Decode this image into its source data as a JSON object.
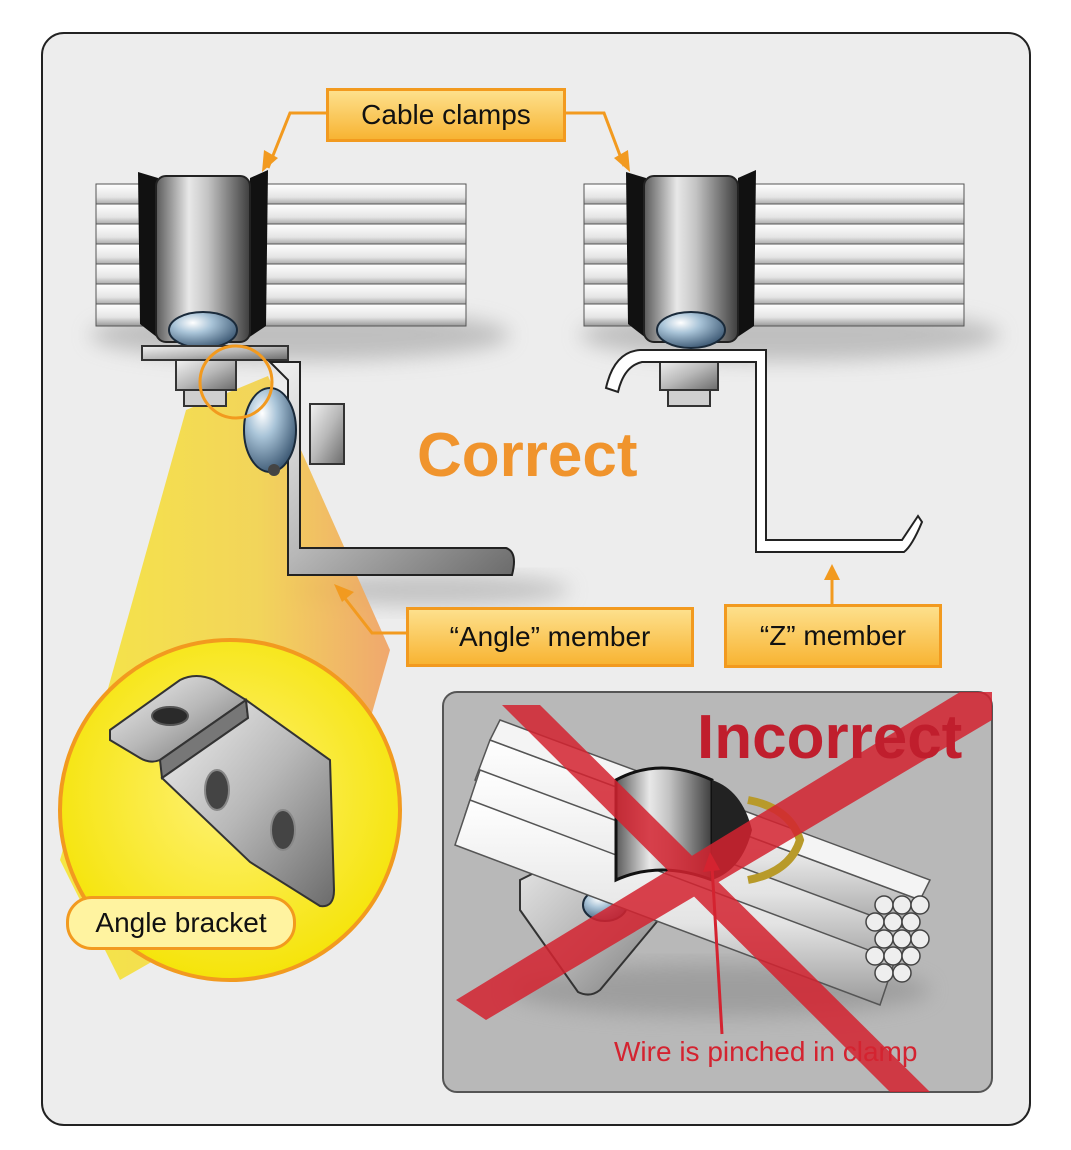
{
  "callouts": {
    "cable_clamps": "Cable clamps",
    "angle_member": "“Angle” member",
    "z_member": "“Z” member",
    "angle_bracket": "Angle bracket"
  },
  "status": {
    "correct": "Correct",
    "incorrect": "Incorrect"
  },
  "notes": {
    "pinched": "Wire is pinched in clamp"
  },
  "colors": {
    "accent_orange": "#f29a1f",
    "correct_orange": "#f0942d",
    "incorrect_red": "#c01e2d",
    "strike_red": "#d42330",
    "callout_fill": "#f8b433",
    "panel_bg": "#ededed",
    "incorrect_panel_bg": "#b8b8b8"
  }
}
